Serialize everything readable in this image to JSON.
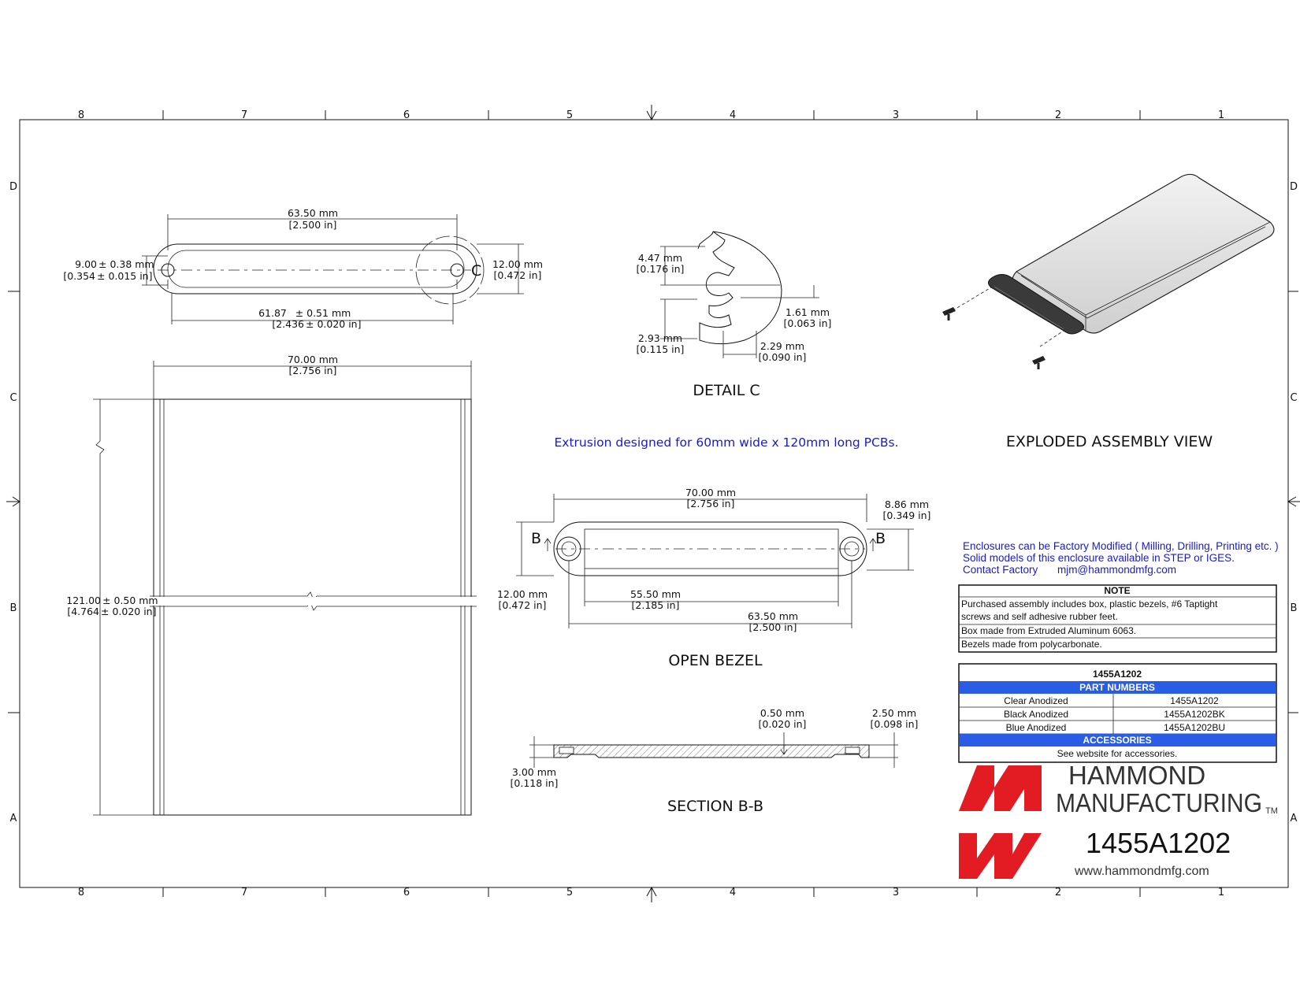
{
  "border": {
    "columns": [
      "8",
      "7",
      "6",
      "5",
      "4",
      "3",
      "2",
      "1"
    ],
    "rows": [
      "D",
      "C",
      "B",
      "A"
    ]
  },
  "top_view": {
    "width_mm": "63.50 mm",
    "width_in": "[2.500 in]",
    "height_mm": "9.00",
    "height_tol": "± 0.38 mm",
    "height_in": "[0.354",
    "height_in_tol": "± 0.015 in]",
    "side_mm": "12.00 mm",
    "side_in": "[0.472 in]",
    "inner_mm": "61.87",
    "inner_tol": "± 0.51 mm",
    "inner_in": "[2.436",
    "inner_in_tol": "± 0.020 in]",
    "detail_marker": "C"
  },
  "front_view": {
    "width_mm": "70.00 mm",
    "width_in": "[2.756 in]",
    "length_mm": "121.00",
    "length_tol": "± 0.50 mm",
    "length_in": "[4.764",
    "length_in_tol": "± 0.020 in]"
  },
  "detail_c": {
    "title": "DETAIL  C",
    "d1_mm": "4.47 mm",
    "d1_in": "[0.176 in]",
    "d2_mm": "1.61 mm",
    "d2_in": "[0.063 in]",
    "d3_mm": "2.93 mm",
    "d3_in": "[0.115 in]",
    "d4_mm": "2.29 mm",
    "d4_in": "[0.090 in]"
  },
  "note_blue": "Extrusion designed for 60mm wide x 120mm long  PCBs.",
  "exploded": {
    "title": "EXPLODED ASSEMBLY VIEW"
  },
  "open_bezel": {
    "title": "OPEN BEZEL",
    "w_mm": "70.00 mm",
    "w_in": "[2.756 in]",
    "t_mm": "8.86 mm",
    "t_in": "[0.349 in]",
    "h_mm": "12.00 mm",
    "h_in": "[0.472 in]",
    "inner_mm": "55.50 mm",
    "inner_in": "[2.185 in]",
    "holes_mm": "63.50 mm",
    "holes_in": "[2.500 in]",
    "section_marker": "B"
  },
  "section_bb": {
    "title": "SECTION B-B",
    "a_mm": "0.50 mm",
    "a_in": "[0.020 in]",
    "b_mm": "2.50 mm",
    "b_in": "[0.098 in]",
    "c_mm": "3.00 mm",
    "c_in": "[0.118 in]"
  },
  "factory": {
    "line1": "Enclosures can be Factory Modified ( Milling, Drilling, Printing etc. )",
    "line2": "Solid models of this enclosure available in STEP or IGES.",
    "contact_label": "Contact Factory",
    "email": "mjm@hammondmfg.com"
  },
  "note_table": {
    "header": "NOTE",
    "row1a": "Purchased assembly includes box, plastic bezels, #6 Taptight",
    "row1b": "screws and self adhesive rubber feet.",
    "row2": "Box made from Extruded Aluminum 6063.",
    "row3": "Bezels made from polycarbonate."
  },
  "part_table": {
    "title": "1455A1202",
    "header": "PART NUMBERS",
    "rows": [
      {
        "finish": "Clear Anodized",
        "part": "1455A1202"
      },
      {
        "finish": "Black Anodized",
        "part": "1455A1202BK"
      },
      {
        "finish": "Blue Anodized",
        "part": "1455A1202BU"
      }
    ],
    "acc_header": "ACCESSORIES",
    "acc_text": "See website for accessories."
  },
  "brand": {
    "name1": "HAMMOND",
    "name2": "MANUFACTURING",
    "tm": "TM",
    "part": "1455A1202",
    "url": "www.hammondmfg.com",
    "logo_color": "#e31b23"
  }
}
